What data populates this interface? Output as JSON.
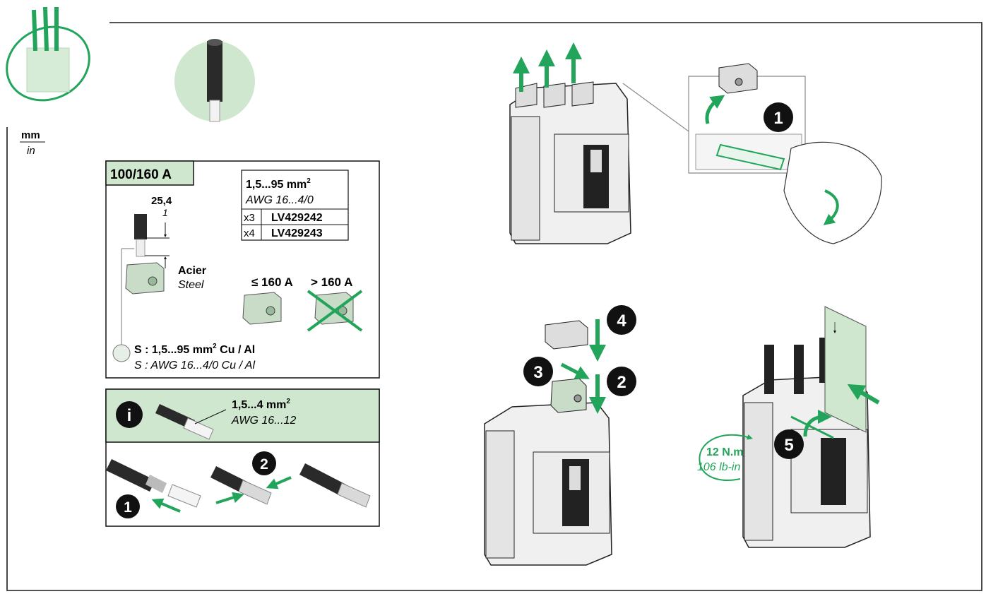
{
  "units": {
    "metric": "mm",
    "imperial": "in"
  },
  "rating_panel": {
    "rating": "100/160 A",
    "strip_length_mm": "25,4",
    "strip_length_in": "1",
    "cable_range_table": {
      "header_metric": "1,5...95 mm",
      "header_sup": "2",
      "header_awg": "AWG 16...4/0",
      "rows": [
        {
          "qty": "x3",
          "ref": "LV429242"
        },
        {
          "qty": "x4",
          "ref": "LV429243"
        }
      ]
    },
    "lug_material_fr": "Acier",
    "lug_material_en": "Steel",
    "allowed_label": "≤ 160 A",
    "forbidden_label": "> 160 A",
    "section_metric": "S : 1,5...95 mm",
    "section_sup": "2",
    "section_metric_suffix": " Cu / Al",
    "section_awg": "S : AWG 16...4/0 Cu / Al"
  },
  "info_panel": {
    "icon": "info-icon",
    "range_metric": "1,5...4 mm",
    "range_sup": "2",
    "range_awg": "AWG 16...12",
    "steps": [
      "1",
      "2"
    ]
  },
  "steps": {
    "remove": "1",
    "insert": "2",
    "push": "3",
    "cover": "4",
    "tighten": "5"
  },
  "torque": {
    "metric": "12 N.m",
    "imperial": "106 lb-in"
  },
  "colors": {
    "accent": "#22a55a",
    "panel": "#cfe6cf",
    "lug": "#c8dcc8",
    "frame": "#1a1a1a"
  }
}
